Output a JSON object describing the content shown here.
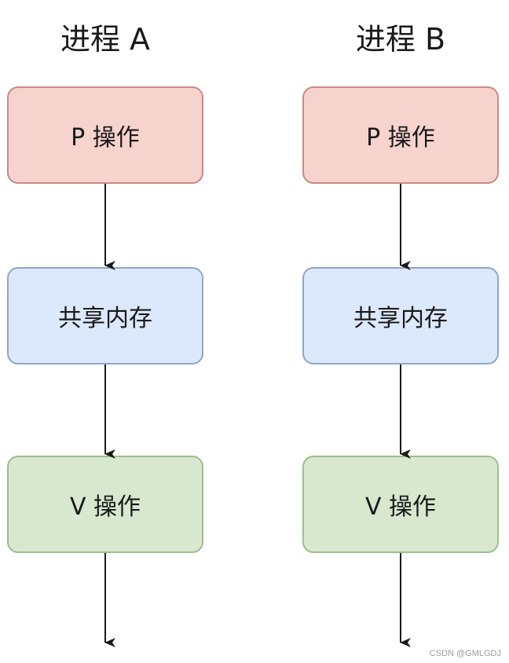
{
  "process_a": {
    "title": "进程 A",
    "p_op": "P 操作",
    "shared_memory": "共享内存",
    "v_op": "V 操作"
  },
  "process_b": {
    "title": "进程 B",
    "p_op": "P 操作",
    "shared_memory": "共享内存",
    "v_op": "V 操作"
  },
  "colors": {
    "p_fill": "#f7d3cd",
    "p_border": "#c98a83",
    "shared_fill": "#dce8fb",
    "shared_border": "#8ea6cc",
    "v_fill": "#d8e8cf",
    "v_border": "#9bbf8a",
    "arrow": "#1a1a1a"
  },
  "watermark": "CSDN @GMLGDJ"
}
